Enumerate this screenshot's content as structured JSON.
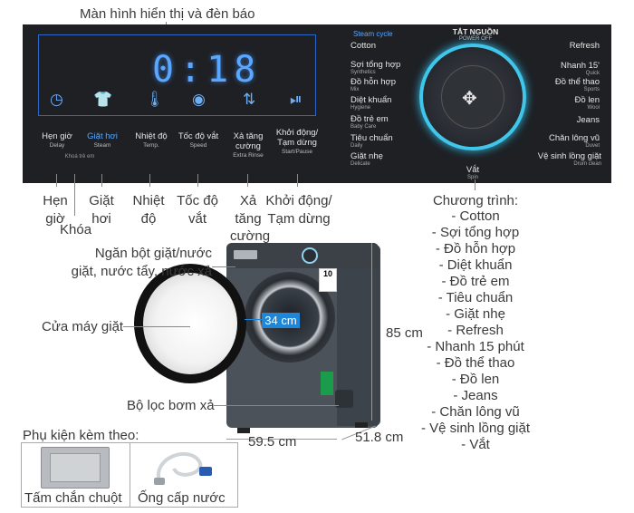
{
  "top_caption": "Màn hình hiển thị và đèn báo",
  "display": {
    "time": "0:18"
  },
  "panel": {
    "buttons": [
      {
        "label": "Hẹn giờ",
        "sub": "Delay"
      },
      {
        "label": "Giặt hơi",
        "sub": "Steam"
      },
      {
        "label": "Nhiệt độ",
        "sub": "Temp."
      },
      {
        "label": "Tốc độ vắt",
        "sub": "Speed"
      },
      {
        "label": "Xả tăng cường",
        "sub": "Extra Rinse"
      },
      {
        "label": "Khởi động/ Tạm dừng",
        "sub": "Start/Pause"
      }
    ],
    "lock_sub": "Khoá trẻ em",
    "steam_cycle": "Steam cycle",
    "power_off": "TẮT NGUỒN",
    "power_off_sub": "POWER OFF",
    "programs_left": [
      {
        "label": "Cotton",
        "sub": ""
      },
      {
        "label": "Sợi tổng hợp",
        "sub": "Synthetics"
      },
      {
        "label": "Đồ hỗn hợp",
        "sub": "Mix"
      },
      {
        "label": "Diệt khuẩn",
        "sub": "Hygiene"
      },
      {
        "label": "Đồ trẻ em",
        "sub": "Baby Care"
      },
      {
        "label": "Tiêu chuẩn",
        "sub": "Daily"
      },
      {
        "label": "Giặt nhẹ",
        "sub": "Delicate"
      }
    ],
    "programs_right": [
      {
        "label": "Refresh",
        "sub": ""
      },
      {
        "label": "Nhanh 15'",
        "sub": "Quick"
      },
      {
        "label": "Đồ thể thao",
        "sub": "Sports"
      },
      {
        "label": "Đồ len",
        "sub": "Wool"
      },
      {
        "label": "Jeans",
        "sub": ""
      },
      {
        "label": "Chăn lông vũ",
        "sub": "Duvet"
      },
      {
        "label": "Vệ sinh lồng giặt",
        "sub": "Drum clean"
      }
    ],
    "spin": {
      "label": "Vắt",
      "sub": "Spin"
    }
  },
  "callouts": {
    "delay": "Hẹn giờ",
    "lock": "Khóa",
    "steam": "Giặt hơi",
    "temp": "Nhiệt độ",
    "speed": "Tốc độ vắt",
    "rinse": "Xả tăng cường",
    "start": "Khởi động/ Tạm dừng",
    "detergent": "Ngăn bột giặt/nước giặt, nước tẩy, nước xả",
    "door": "Cửa máy giặt",
    "filter": "Bộ lọc bơm xả"
  },
  "programs_list": {
    "title": "Chương trình:",
    "items": [
      "- Cotton",
      "- Sợi tổng hợp",
      "- Đồ hỗn hợp",
      "- Diệt khuẩn",
      "- Đồ trẻ em",
      "- Tiêu chuẩn",
      "- Giặt nhẹ",
      "- Refresh",
      "- Nhanh 15 phút",
      "- Đồ thể thao",
      "- Đồ len",
      "- Jeans",
      "- Chăn lông vũ",
      "- Vệ sinh lồng giặt",
      "- Vắt"
    ]
  },
  "dimensions": {
    "door_diameter": "34 cm",
    "height": "85 cm",
    "width": "59.5 cm",
    "depth": "51.8 cm"
  },
  "energy_label": "10",
  "accessories": {
    "title": "Phụ kiện kèm theo:",
    "items": [
      "Tấm chắn chuột",
      "Ống cấp nước"
    ]
  },
  "colors": {
    "panel": "#1e2024",
    "display_blue": "#5aa7ff",
    "dial_ring": "#3fc6ea",
    "machine": "#4b525a",
    "badge": "#1f86d8"
  }
}
